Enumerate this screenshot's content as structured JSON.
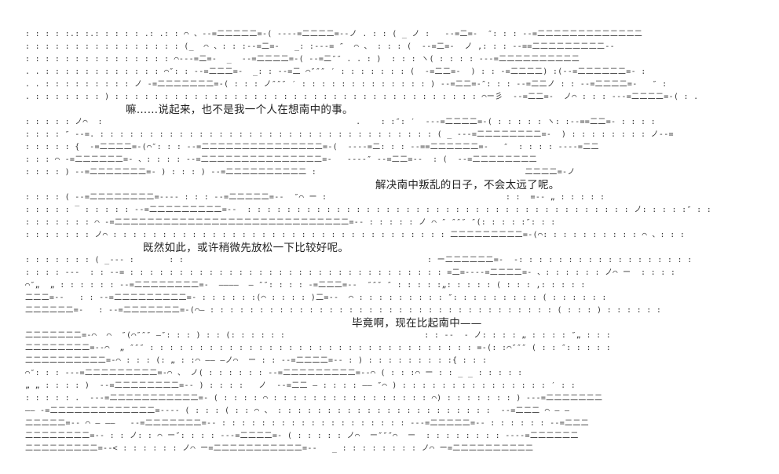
{
  "dialogue": [
    "嘛……说起来，也不是我一个人在想南中的事。",
    "解决南中叛乱的日子，不会太远了呢。",
    "既然如此，或许稍微先放松一下比较好呢。",
    "毕竟啊，现在比起南中——"
  ],
  "art_rows": [
    ": : : : :.: :.: : : : : .: .: : ⌒ 、--=二二二二二=-( ----=二二二二=--ノ . : : ( _ ノ :   --=二=-  ″: : : --=二二二二二二二二二二二二二",
    ": : : : : : : : : : : : : : : : (_  ⌒ 、: : :--=二=-   _: :---= ″  ⌒ 、 : : : (  --=二=-  ノ ,: : : --==二二二二二二二二二--",
    ": : : : : : : : : : : : : : : ⌒---=二=-  _  --=二二二二=-( --=二″″ . . : )  : : : ヽ( : : : : ---=二二二二二二二二二二",
    ". . : : : : : : : : : : : : ⌒″: : --=二二二=-  _: : --=二 ⌒″″″ ′ : : : : : : : (  -=二二=-  ) : : -=二二二二) :(--=二二二二二二=- :",
    ". . : : : : : : : : : ノ -=二二二二二二二=-( : : : ノ″″″ ′ : : : : : : : : : : : : : ) --=二二=-″: : : --=二二ノ : : --=二二二二=-   ″ :",
    ". : : : : : : : ) : : : : : : : : : : : : : : : : : : : : : : : : : : : : : : : : : : : : : ⌒ー彡  --=二二=-  ノ⌒ : : : ---=二二二二=-( : .",
    ": : : : : ノ⌒  :                                                   .    : :″: ′  ---=二二二二=-( : : : : : ヽ: :--==二二=- : : : :",
    ": : : : ″ --=. : : : : : : : : : : : : : : : : : : : : : : : : : : : : : : : : : : ( _ ---=二二二二二二二二=-  ) : : : : : : : : ノ--=",
    ": : : : : {  -=二二二二=-(⌒″: : : --=二二二二二二二二二二二二二二二=-(  ----=二: : : --==二二二二二二=-   ″  : : : : ----=二二",
    ": : : ⌒ -=二二二二二二=- 、: : : : --=二二二二二二二二二二二二二二二=-   ----″ --=二二=--  : (  --=二二二二二二二二",
    ": : : : ) --=二二二二二二二=- ) : : : ) --=二二二二二二二二二二 :                                          二二二二=-ノ",
    ": : : : ( --=二二二二二二二二=---- : : : --=二二二二二=--  ″⌒ ー :                                    : :  =-- „ : : : : :",
    ": : : : : ‾ : : : : : --=二二二二二二二二二=--  : : : : : : : : : : : : : : : : : : : : : : : : : : : : : : : : : : : : : : : ノ: : : : :″ : :",
    ": : : : : : : ⌒ -=二二二二二二二二二二二二二二二二二二二二二二二二二二二二二=-- : : : : : ノ ⌒ ″ ″″″ ″(: : : : :″: : :",
    ": : : : : : : ノ⌒ : : : : : : : : : : : : : : : : : : : : : : : : : : : : : : : : : : 二二二二二二二二二=-(⌒: : : : : : : : : : ⌒ 、: : :",
    ": : : : : : : ( _--- :       : :                                                 : ー二二二二二二=-  -: : : : : : : : : : : : : : : : : :",
    ": : : : ---  : : --= : : : : : : : : : : : : : : : : : : : : : : : : : : : : : : : : =二=----=二二二二=- 、: : : : : : ノ⌒ ー  : : : :",
    "⌒″„  „ : : : : : : --=二二二二二二二二=-  ――――  ― ″″: : : : -=二二二=--  ″″″ ″ : : : : :„: : : : : ( : : : ,: : : : :",
    "二二二=--   : : --=二二二二二二二二二=- : : : : : :(⌒ : : : : )二=--  ⌒ : : : : : : : : : ″: : : : : : : : : ( : : : : : :",
    "二二二二二二=-   : --=二二二二二二二=-(⌒― : : : : : : : : : : : : : : : : : : : : : : : : : : : : : : : : : : : ( : : : ) : : : : : :",
    "二二二二二二二=-⌒  ⌒  ″(⌒″″″ ―″: : : ) : : (: : : : : :                            : : --  - ノ: : : : „ : : : : ″„ : : :",
    "二二二二二二二二=--⌒  „ ″″″ : : : : : : : : : : : : : : : : : : : : : : : : : : : : : : : : : =-(: :⌒″″″ ( : : ″: : : : :",
    "二二二二二二二二二二=-⌒ : : : (: „ : :⌒ ―― ―ノ⌒  ー : : --=二二二二=-- : ) : : : : : : : : :{ : : :",
    "⌒″: : : ---=二二二二二二二二二=-⌒ 、 ノ( : : : : : : --=二二二二二二二二二=--⌒ ( : : :⌒ ー : : _ _ : : : : :",
    "„ „ : : : : )  --=二二二二二二二二=-- ) : : : :   ノ  --=二二 ― : : : : ―― ″⌒ ) : : : : : : : : : : : : : : : ′ : :",
    ": : : : : .  ---=二二二二二二二二二二二=- ( : : : : ⌒ : : : : : : : : : : : : : : : : ⌒) : : : : : : : ) ---=二二二二二二二",
    "―― -=二二二二二二二二二二二二二=---- ( : : : ( : : ⌒ 、 : : : : : : : : : : : : : : : : : : : : : :  --=二二二 ⌒ ― ―",
    "二二二二二=-- ⌒ ― ――   --=二二二二二二二=-- : : : : : : : : : : : : : : : : : : : ---=二二二二二=-- : : : : : : --=二二二",
    "二二二二二二二二=-- : : ノ: : ⌒ ー″: : : : ---=二二二二=- ( : : : : : ノ⌒  ー″″″⌒  ー  : : : : : : : : ----=二二二二二二",
    "二二二二二二二二二=--< : : : : : : ノ⌒ ー=二二二二二二二二二二二=--   _ : : : : : : : : ノ⌒ ー=二二二二二二二二二二"
  ]
}
